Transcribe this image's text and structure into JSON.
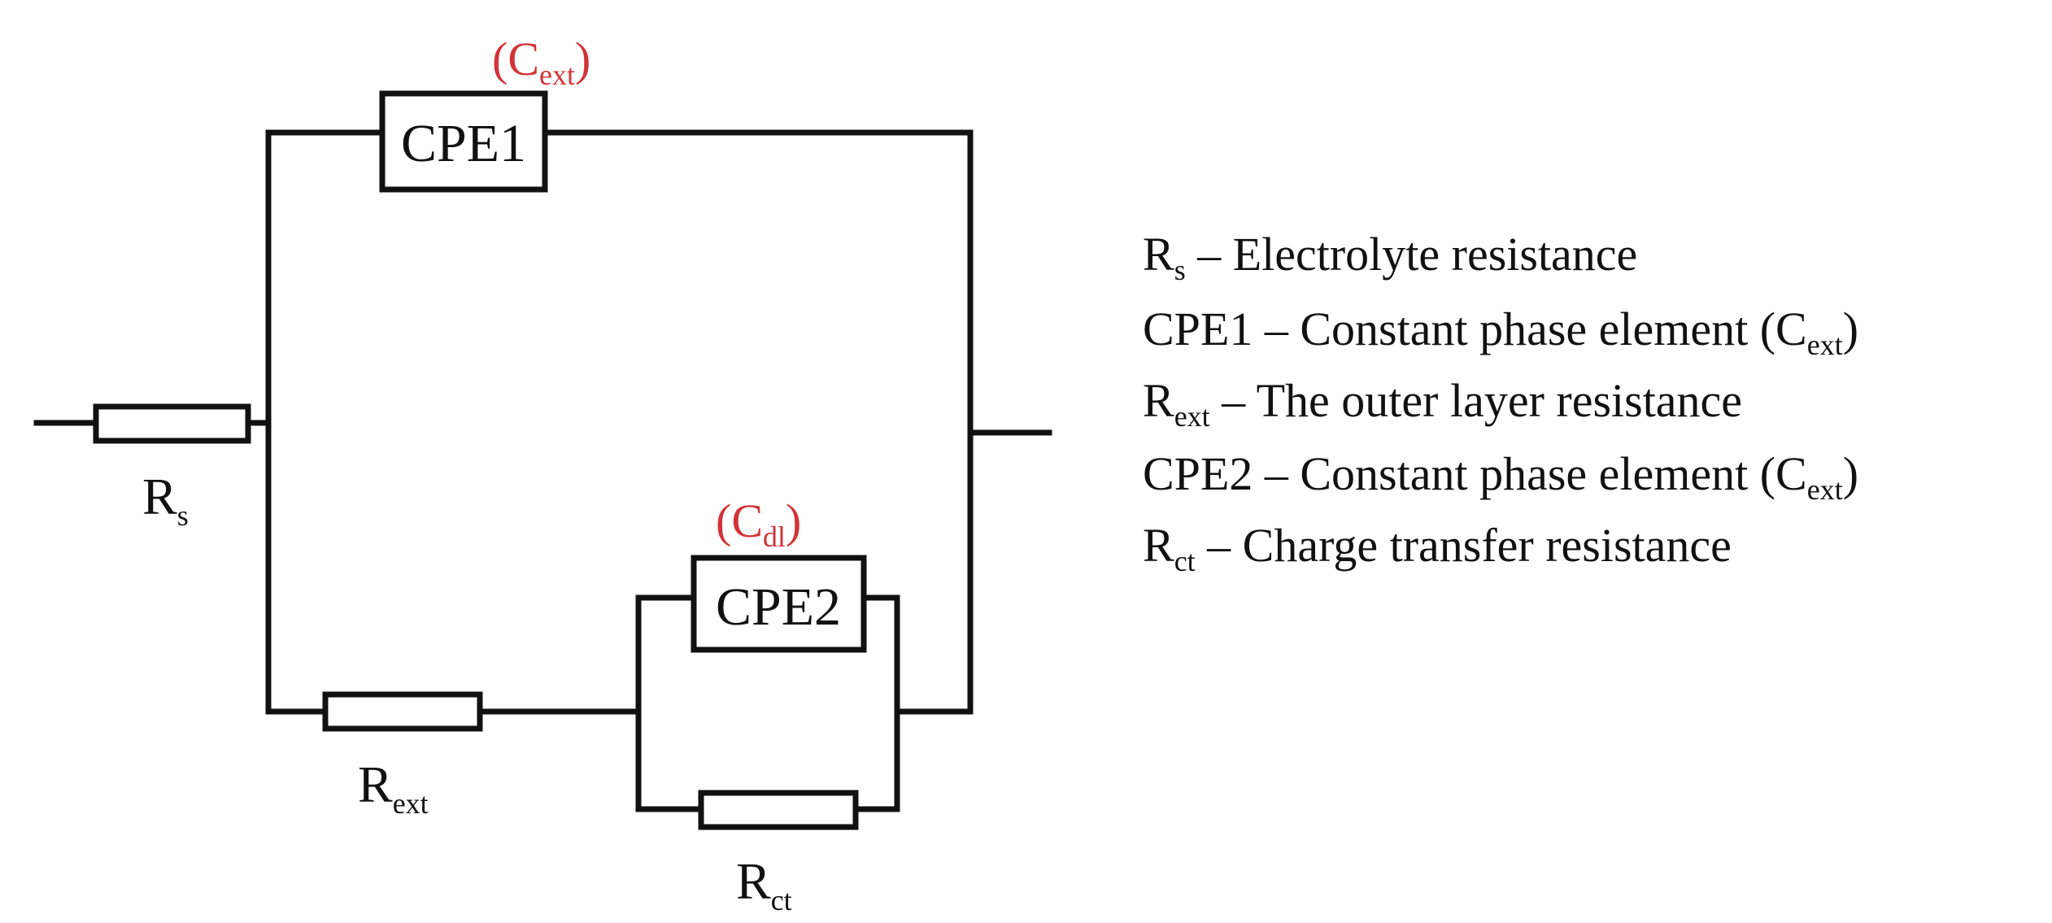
{
  "colors": {
    "line": "#111111",
    "capacitance_label": "#d13438"
  },
  "circuit": {
    "rs": {
      "main": "R",
      "sub": "s"
    },
    "cpe1": {
      "label": "CPE1",
      "cap_open": "(C",
      "cap_sub": "ext",
      "cap_close": ")"
    },
    "rext": {
      "main": "R",
      "sub": "ext"
    },
    "cpe2": {
      "label": "CPE2",
      "cap_open": "(C",
      "cap_sub": "dl",
      "cap_close": ")"
    },
    "rct": {
      "main": "R",
      "sub": "ct"
    }
  },
  "legend": [
    {
      "sym_main": "R",
      "sym_sub": "s",
      "text": " – Electrolyte resistance",
      "tail_open": "",
      "tail_sub": "",
      "tail_close": ""
    },
    {
      "sym_main": "CPE1",
      "sym_sub": "",
      "text": " – Constant phase element ",
      "tail_open": "(C",
      "tail_sub": "ext",
      "tail_close": ")"
    },
    {
      "sym_main": "R",
      "sym_sub": "ext",
      "text": " – The outer layer resistance",
      "tail_open": "",
      "tail_sub": "",
      "tail_close": ""
    },
    {
      "sym_main": "CPE2",
      "sym_sub": "",
      "text": " – Constant phase element ",
      "tail_open": "(C",
      "tail_sub": "ext",
      "tail_close": ")"
    },
    {
      "sym_main": "R",
      "sym_sub": "ct",
      "text": " – Charge transfer resistance",
      "tail_open": "",
      "tail_sub": "",
      "tail_close": ""
    }
  ]
}
